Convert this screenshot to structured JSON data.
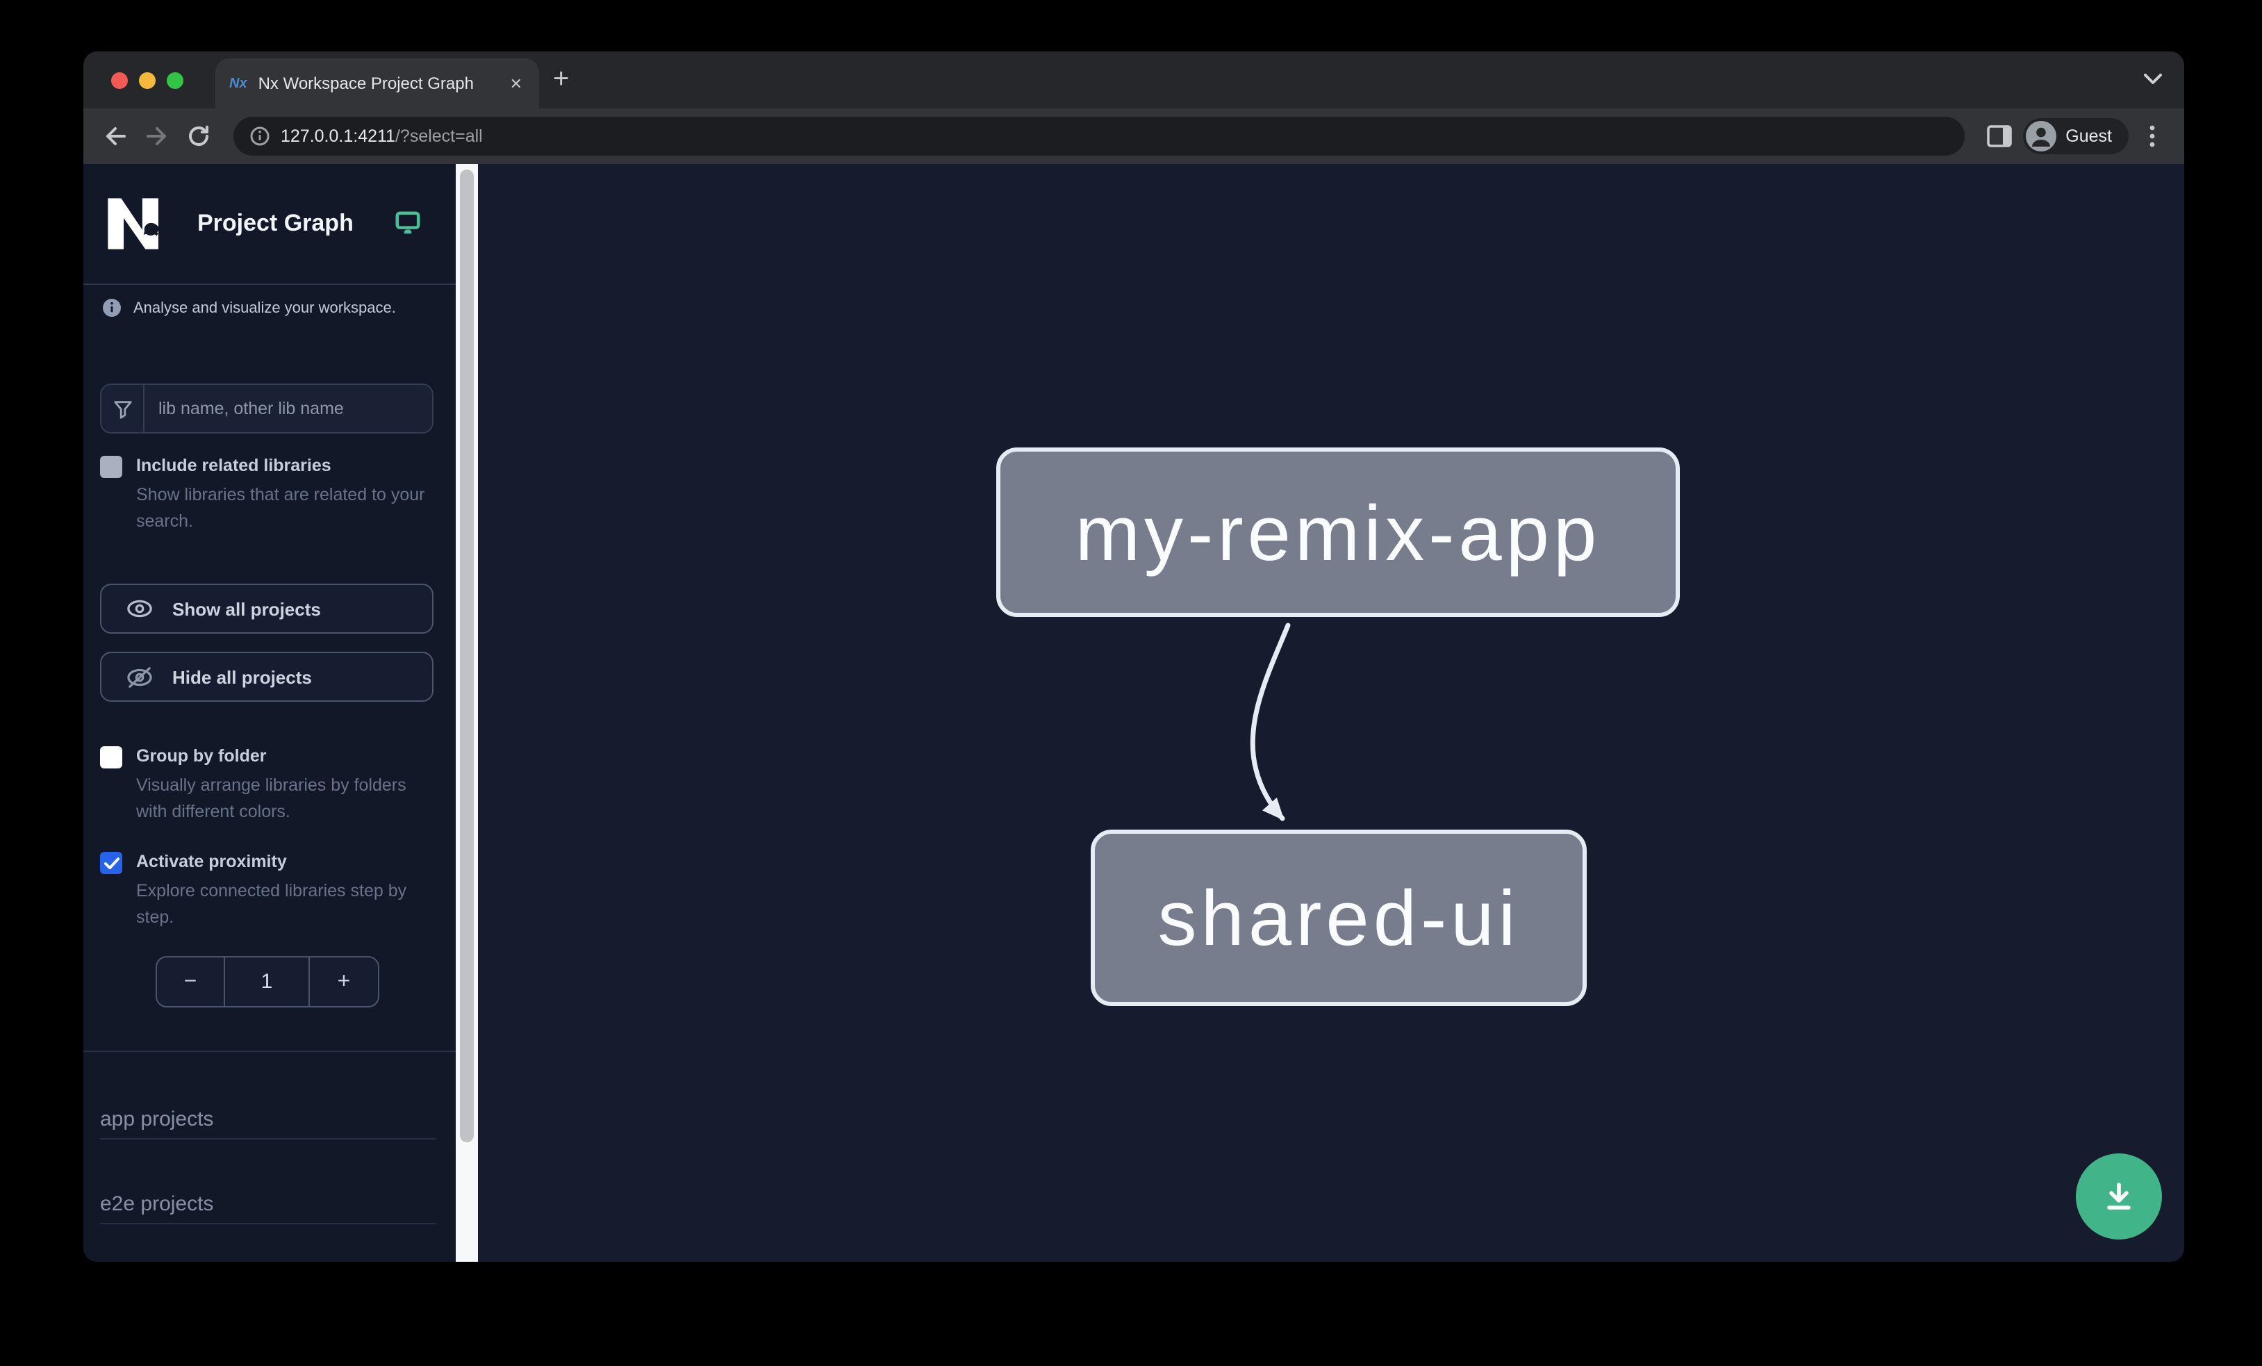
{
  "browser": {
    "tab": {
      "favicon_text": "Nx",
      "title": "Nx Workspace Project Graph",
      "close_label": "✕"
    },
    "new_tab_label": "+",
    "url": {
      "host": "127.0.0.1:4211",
      "path": "/?select=all"
    },
    "profile_label": "Guest"
  },
  "sidebar": {
    "title": "Project Graph",
    "tagline": "Analyse and visualize your workspace.",
    "search": {
      "placeholder": "lib name, other lib name"
    },
    "options": [
      {
        "label": "Include related libraries",
        "description": "Show libraries that are related to your search.",
        "checked": false
      },
      {
        "label": "Group by folder",
        "description": "Visually arrange libraries by folders with different colors.",
        "checked": false
      },
      {
        "label": "Activate proximity",
        "description": "Explore connected libraries step by step.",
        "checked": true
      }
    ],
    "actions": [
      {
        "label": "Show all projects",
        "icon": "eye-icon"
      },
      {
        "label": "Hide all projects",
        "icon": "eye-off-icon"
      }
    ],
    "stepper": {
      "decrement_label": "−",
      "value": "1",
      "increment_label": "+"
    },
    "sections": [
      {
        "label": "app projects"
      },
      {
        "label": "e2e projects"
      }
    ]
  },
  "graph": {
    "nodes": [
      {
        "id": "my-remix-app"
      },
      {
        "id": "shared-ui"
      }
    ],
    "edges": [
      {
        "source": "my-remix-app",
        "target": "shared-ui"
      }
    ]
  },
  "fab": {
    "icon": "download-icon"
  },
  "colors": {
    "accent_green": "#41b48a",
    "icon_teal": "#4dbd95",
    "checkbox_checked_blue": "#2563eb",
    "node_fill": "#787d8e",
    "node_border": "#e7ebf3",
    "canvas_bg": "#161b2d",
    "sidebar_bg": "#131829"
  }
}
